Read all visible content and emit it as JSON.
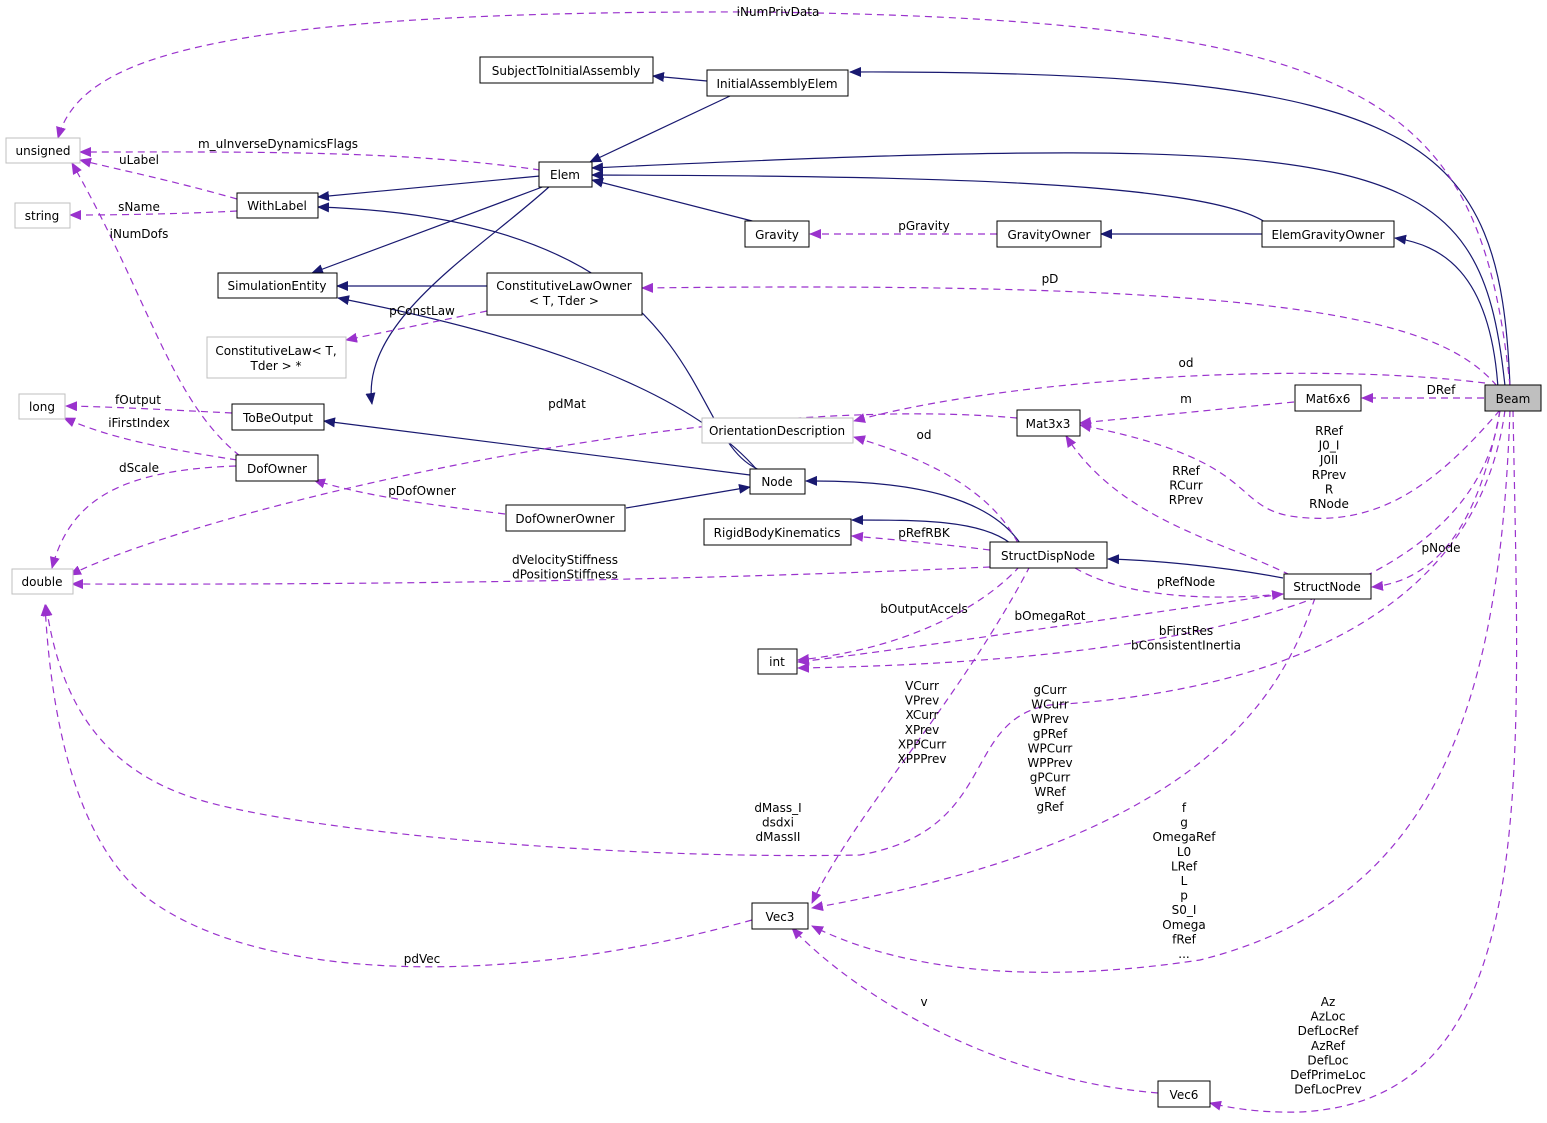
{
  "colors": {
    "inheritance": "#191970",
    "usage": "#9a32cd",
    "external_border": "#bfbfbf",
    "focus_fill": "#bfbfbf"
  },
  "nodes": {
    "unsigned": "unsigned",
    "string": "string",
    "long": "long",
    "double": "double",
    "subject": "SubjectToInitialAssembly",
    "initasm": "InitialAssemblyElem",
    "elem": "Elem",
    "withlabel": "WithLabel",
    "simentity": "SimulationEntity",
    "clowner1": "ConstitutiveLawOwner",
    "clowner2": "< T, Tder >",
    "claw1": "ConstitutiveLaw< T,",
    "claw2": "Tder > *",
    "tobeoutput": "ToBeOutput",
    "dofowner": "DofOwner",
    "gravity": "Gravity",
    "gravityowner": "GravityOwner",
    "elemgravityowner": "ElemGravityOwner",
    "mat6x6": "Mat6x6",
    "beam": "Beam",
    "orientdesc": "OrientationDescription",
    "mat3x3": "Mat3x3",
    "node": "Node",
    "dofownerowner": "DofOwnerOwner",
    "rigidbody": "RigidBodyKinematics",
    "structdisp": "StructDispNode",
    "structnode": "StructNode",
    "int": "int",
    "vec3": "Vec3",
    "vec6": "Vec6"
  },
  "labels": {
    "iNumPrivData": "iNumPrivData",
    "mUInverse": "m_uInverseDynamicsFlags",
    "uLabel": "uLabel",
    "sName": "sName",
    "iNumDofs": "iNumDofs",
    "pConstLaw": "pConstLaw",
    "pD": "pD",
    "pGravity": "pGravity",
    "fOutput": "fOutput",
    "iFirstIndex": "iFirstIndex",
    "dScale": "dScale",
    "pdMat": "pdMat",
    "od1": "od",
    "od2": "od",
    "DRef": "DRef",
    "m": "m",
    "rref_group": [
      "RRef",
      "J0_I",
      "J0II",
      "RPrev",
      "R",
      "RNode"
    ],
    "rcurr_group": [
      "RRef",
      "RCurr",
      "RPrev"
    ],
    "pDofOwner": "pDofOwner",
    "pRefRBK": "pRefRBK",
    "pNode": "pNode",
    "dVel_group": [
      "dVelocityStiffness",
      "dPositionStiffness"
    ],
    "pRefNode": "pRefNode",
    "bOutputAccels": "bOutputAccels",
    "bOmegaRot": "bOmegaRot",
    "bFirst_group": [
      "bFirstRes",
      "bConsistentInertia"
    ],
    "vcurr_group": [
      "VCurr",
      "VPrev",
      "XCurr",
      "XPrev",
      "XPPCurr",
      "XPPPrev"
    ],
    "gcurr_group": [
      "gCurr",
      "WCurr",
      "WPrev",
      "gPRef",
      "WPCurr",
      "WPPrev",
      "gPCurr",
      "WRef",
      "gRef"
    ],
    "dmass_group": [
      "dMass_I",
      "dsdxi",
      "dMassII"
    ],
    "f_group": [
      "f",
      "g",
      "OmegaRef",
      "L0",
      "LRef",
      "L",
      "p",
      "S0_I",
      "Omega",
      "fRef",
      "..."
    ],
    "pdVec": "pdVec",
    "v": "v",
    "az_group": [
      "Az",
      "AzLoc",
      "DefLocRef",
      "AzRef",
      "DefLoc",
      "DefPrimeLoc",
      "DefLocPrev"
    ]
  }
}
